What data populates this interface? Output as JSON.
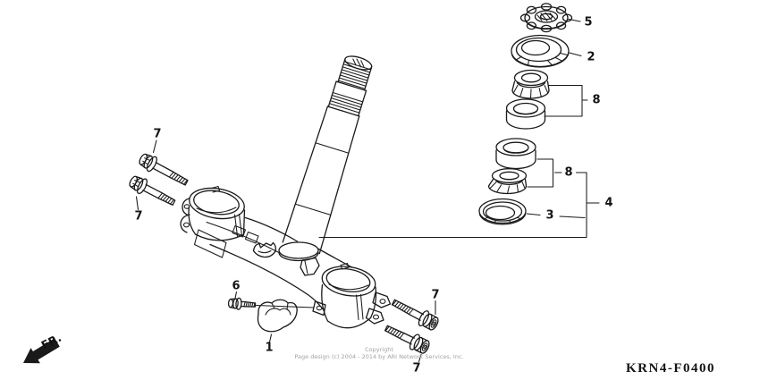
{
  "diagram": {
    "drawing_code": "KRN4-F0400",
    "front_marker": "FR.",
    "copyright_line1": "Copyright",
    "copyright_line2": "Page design (c) 2004 - 2014 by ARI Network Services, Inc.",
    "callouts": {
      "c1": "1",
      "c2": "2",
      "c3": "3",
      "c4": "4",
      "c5": "5",
      "c6": "6",
      "c7_top_left": "7",
      "c7_bottom_left": "7",
      "c7_upper_right": "7",
      "c7_lower_right": "7",
      "c8_upper": "8",
      "c8_lower": "8"
    },
    "colors": {
      "line": "#1a1a1a",
      "background": "#ffffff",
      "copyright_text": "#a2a2a2"
    }
  }
}
